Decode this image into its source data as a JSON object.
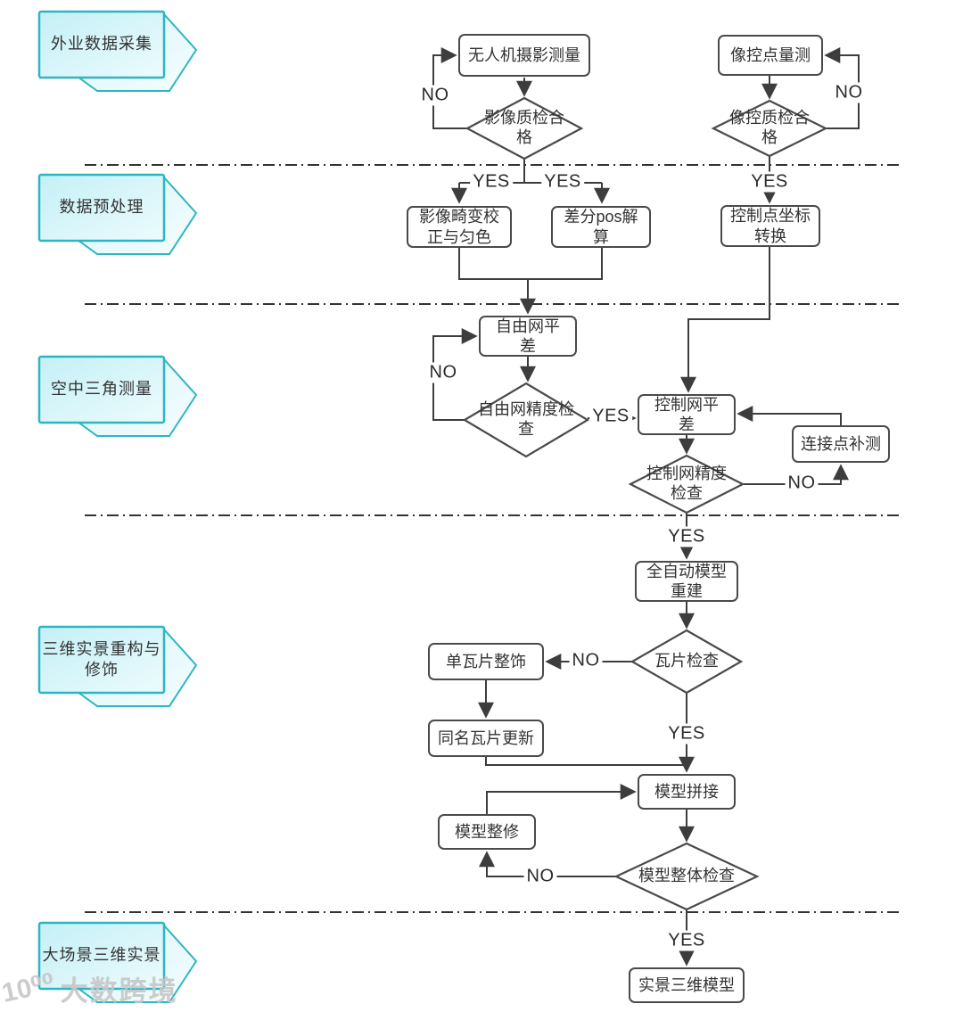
{
  "phases": {
    "p1": {
      "label": "外业数据采集"
    },
    "p2": {
      "label": "数据预处理"
    },
    "p3": {
      "label": "空中三角测量"
    },
    "p4": {
      "label": "三维实景重构与修饰"
    },
    "p5": {
      "label": "大场景三维实景"
    }
  },
  "nodes": {
    "uav_survey": "无人机摄影测量",
    "gcp_measure": "像控点量测",
    "distortion": "影像畸变校正与匀色",
    "pos": "差分pos解算",
    "coord_convert": "控制点坐标转换",
    "free_net": "自由网平差",
    "ctrl_net": "控制网平差",
    "tie_point": "连接点补测",
    "auto_model": "全自动模型重建",
    "single_tile": "单瓦片整饰",
    "same_tile": "同名瓦片更新",
    "model_merge": "模型拼接",
    "model_repair": "模型整修",
    "final_model": "实景三维模型"
  },
  "decisions": {
    "image_qc": "影像质检合格",
    "gcp_qc": "像控质检合格",
    "free_net_check": "自由网精度检查",
    "ctrl_net_check": "控制网精度检查",
    "tile_check": "瓦片检查",
    "model_check": "模型整体检查"
  },
  "edge_labels": {
    "yes": "YES",
    "no": "NO"
  },
  "watermark": {
    "mark": "10⁰⁰",
    "text": "大数跨境"
  },
  "colors": {
    "banner_border": "#2fb5c2",
    "banner_fill_start": "#c4f0f6",
    "banner_fill_end": "#ecfbfd",
    "node_border": "#4a4a4a",
    "connector": "#3d3d3d",
    "text": "#333333"
  }
}
